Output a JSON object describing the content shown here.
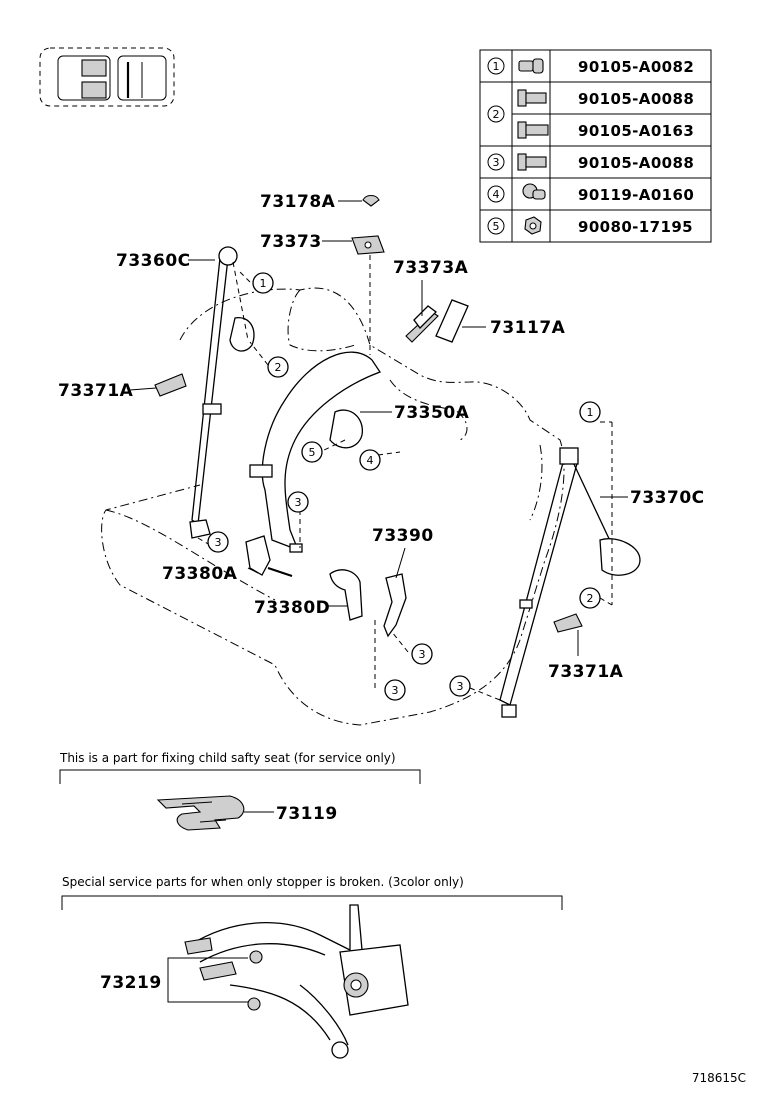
{
  "diagram_id": "718615C",
  "bolt_table": [
    {
      "call": "1",
      "icon": "flange-bolt-icon",
      "part": "90105-A0082"
    },
    {
      "call": "2",
      "icon": "hex-bolt-icon",
      "part": "90105-A0088"
    },
    {
      "call": "",
      "icon": "hex-bolt-long-icon",
      "part": "90105-A0163"
    },
    {
      "call": "3",
      "icon": "hex-bolt-icon",
      "part": "90105-A0088"
    },
    {
      "call": "4",
      "icon": "stud-bolt-icon",
      "part": "90119-A0160"
    },
    {
      "call": "5",
      "icon": "nut-icon",
      "part": "90080-17195"
    }
  ],
  "labels": {
    "l73178A": "73178A",
    "l73373": "73373",
    "l73373A": "73373A",
    "l73117A": "73117A",
    "l73360C": "73360C",
    "l73371A_left": "73371A",
    "l73350A": "73350A",
    "l73370C": "73370C",
    "l73390": "73390",
    "l73380A": "73380A",
    "l73380D": "73380D",
    "l73371A_right": "73371A",
    "l73119": "73119",
    "l73219": "73219"
  },
  "callouts": {
    "c1a": "1",
    "c2a": "2",
    "c5": "5",
    "c4": "4",
    "c3a": "3",
    "c3b": "3",
    "c1b": "1",
    "c2b": "2",
    "c3c": "3",
    "c3d": "3",
    "c3e": "3"
  },
  "notes": {
    "child_seat": "This is a part for fixing child safty seat (for service only)",
    "stopper": "Special service parts for when only stopper is broken. (3color only)"
  }
}
